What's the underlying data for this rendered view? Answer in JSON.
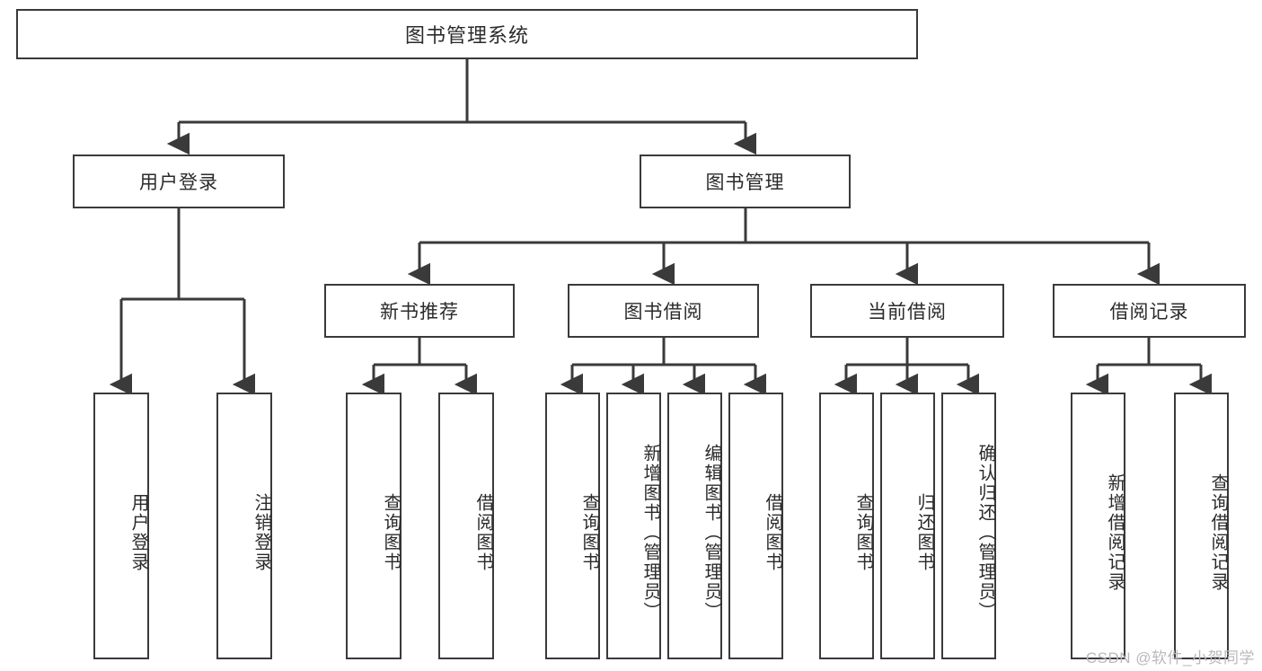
{
  "diagram": {
    "type": "tree-hierarchy",
    "title": "图书管理系统",
    "root": {
      "label": "图书管理系统"
    },
    "level2": [
      {
        "id": "user-login",
        "label": "用户登录"
      },
      {
        "id": "book-management",
        "label": "图书管理"
      }
    ],
    "level3": [
      {
        "id": "new-book-recommend",
        "label": "新书推荐",
        "parent": "book-management"
      },
      {
        "id": "book-borrow",
        "label": "图书借阅",
        "parent": "book-management"
      },
      {
        "id": "current-borrow",
        "label": "当前借阅",
        "parent": "book-management"
      },
      {
        "id": "borrow-record",
        "label": "借阅记录",
        "parent": "book-management"
      }
    ],
    "leaves": [
      {
        "id": "leaf-user-login",
        "label": "用户登录",
        "parent": "user-login"
      },
      {
        "id": "leaf-logout-login",
        "label": "注销登录",
        "parent": "user-login"
      },
      {
        "id": "leaf-query-book-1",
        "label": "查询图书",
        "parent": "new-book-recommend"
      },
      {
        "id": "leaf-borrow-book-1",
        "label": "借阅图书",
        "parent": "new-book-recommend"
      },
      {
        "id": "leaf-query-book-2",
        "label": "查询图书",
        "parent": "book-borrow"
      },
      {
        "id": "leaf-add-book",
        "label": "新增图书（管理员）",
        "parent": "book-borrow"
      },
      {
        "id": "leaf-edit-book",
        "label": "编辑图书（管理员）",
        "parent": "book-borrow"
      },
      {
        "id": "leaf-borrow-book-2",
        "label": "借阅图书",
        "parent": "book-borrow"
      },
      {
        "id": "leaf-query-book-3",
        "label": "查询图书",
        "parent": "current-borrow"
      },
      {
        "id": "leaf-return-book",
        "label": "归还图书",
        "parent": "current-borrow"
      },
      {
        "id": "leaf-confirm-return",
        "label": "确认归还（管理员）",
        "parent": "current-borrow"
      },
      {
        "id": "leaf-add-record",
        "label": "新增借阅记录",
        "parent": "borrow-record"
      },
      {
        "id": "leaf-query-record",
        "label": "查询借阅记录",
        "parent": "borrow-record"
      }
    ],
    "colors": {
      "stroke": "#3a3a3a",
      "box_fill": "#ffffff",
      "text": "#2b2b2b",
      "watermark": "#b9b9b9"
    }
  },
  "watermark": {
    "text": "CSDN @软件_小贺同学"
  }
}
